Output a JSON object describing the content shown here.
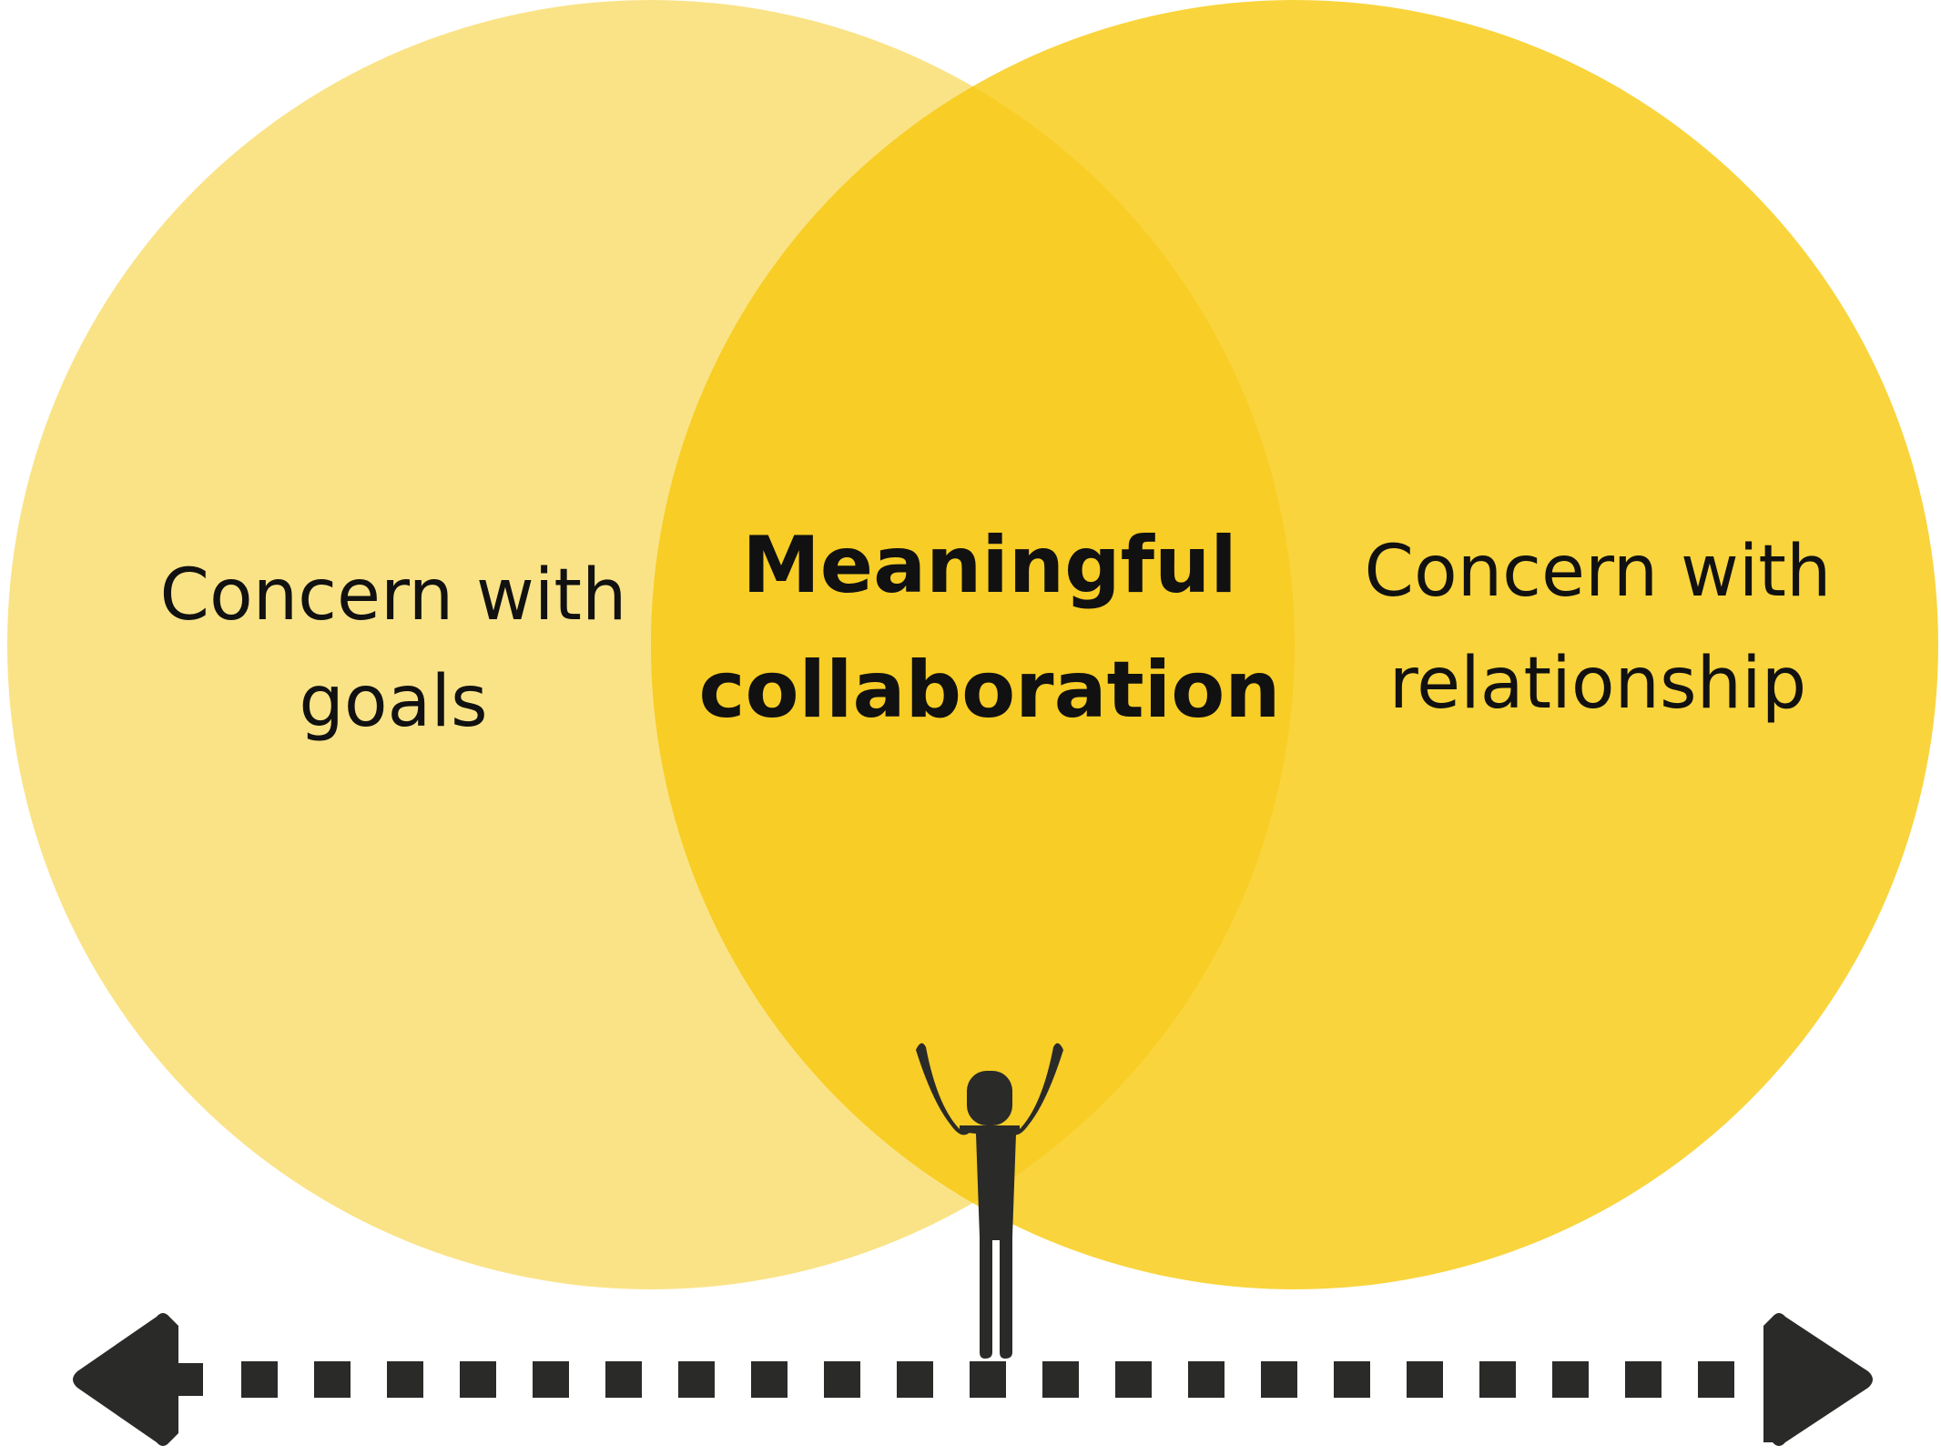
{
  "diagram": {
    "left_circle": {
      "line1": "Concern with",
      "line2": "goals"
    },
    "right_circle": {
      "line1": "Concern with",
      "line2": "relationship"
    },
    "overlap": {
      "line1": "Meaningful",
      "line2": "collaboration"
    }
  },
  "colors": {
    "left_circle": "#FAE387",
    "right_circle": "#F9D43C",
    "overlap": "#F8CD25",
    "ink": "#2A2A28",
    "text": "#111111"
  },
  "icons": [
    "person-arms-raised-icon",
    "arrow-left-icon",
    "arrow-right-icon",
    "dashed-line"
  ]
}
